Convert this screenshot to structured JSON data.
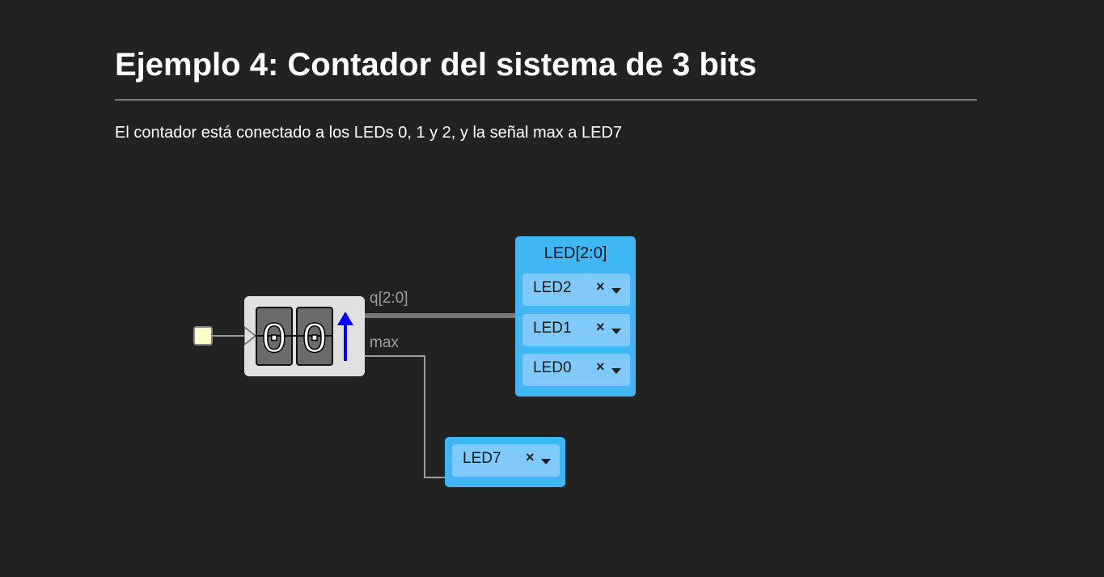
{
  "page": {
    "title": "Ejemplo 4: Contador del sistema de 3 bits",
    "description": "El contador está conectado a los LEDs 0, 1 y 2, y la señal max a LED7"
  },
  "circuit": {
    "counter": {
      "digits": [
        "0",
        "0"
      ],
      "direction_icon": "arrow-up-icon"
    },
    "wires": {
      "q_label": "q[2:0]",
      "max_label": "max"
    },
    "output_group": {
      "title": "LED[2:0]",
      "selectors": [
        {
          "label": "LED2",
          "clear": "×"
        },
        {
          "label": "LED1",
          "clear": "×"
        },
        {
          "label": "LED0",
          "clear": "×"
        }
      ]
    },
    "max_output": {
      "selector": {
        "label": "LED7",
        "clear": "×"
      }
    }
  },
  "colors": {
    "background": "#222222",
    "led_block": "#41b6f5",
    "led_selector": "#7fcafa",
    "counter_block": "#e0e0e0",
    "clock_input": "#fffccc",
    "arrow": "#0000ff"
  }
}
